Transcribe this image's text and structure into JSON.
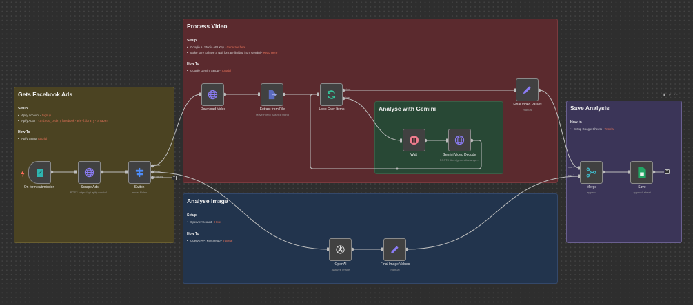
{
  "stickies": {
    "facebook": {
      "title": "Gets Facebook Ads",
      "setup_heading": "Setup",
      "setup_items": [
        {
          "text": "Apify account - ",
          "link": "Signup"
        },
        {
          "text": "Apify Actor - ",
          "link": "curious_coder/facebook-ads-library-scraper"
        }
      ],
      "howto_heading": "How To",
      "howto_items": [
        {
          "text": "Apify Setup ",
          "link": "Tutorial"
        }
      ]
    },
    "process_video": {
      "title": "Process Video",
      "setup_heading": "Setup",
      "setup_items": [
        {
          "text": "Google AI Studio API Key - ",
          "link": "Generate here"
        },
        {
          "text": "Make sure to have a wait for rate limiting from Gemini - ",
          "link": "Read Here"
        }
      ],
      "howto_heading": "How To",
      "howto_items": [
        {
          "text": "Google Gemini Setup - ",
          "link": "Tutorial"
        }
      ]
    },
    "gemini": {
      "title": "Analyse with Gemini"
    },
    "analyse_image": {
      "title": "Analyse Image",
      "setup_heading": "Setup",
      "setup_items": [
        {
          "text": "OpenAI Account - ",
          "link": "Here"
        }
      ],
      "howto_heading": "How To",
      "howto_items": [
        {
          "text": "OpenAI API Key Setup - ",
          "link": "Tutorial"
        }
      ]
    },
    "save": {
      "title": "Save Analysis",
      "howto_heading": "How to",
      "howto_items": [
        {
          "text": "Setup Google Sheets - ",
          "link": "Tutorial"
        }
      ]
    }
  },
  "nodes": {
    "form": {
      "label": "On form submission",
      "sub": ""
    },
    "scrape": {
      "label": "Scrape Ads",
      "sub": "POST: https://api.apify.com/v2..."
    },
    "switch": {
      "label": "Switch",
      "sub": "mode: Rules",
      "outputs": [
        "Video",
        "Image",
        "Fallback"
      ]
    },
    "download": {
      "label": "Download Video",
      "sub": ""
    },
    "extract": {
      "label": "Extract from File",
      "sub": "Move File to Base64 String"
    },
    "loop": {
      "label": "Loop Over Items",
      "sub": "",
      "outputs": [
        "done",
        "loop"
      ]
    },
    "wait": {
      "label": "Wait",
      "sub": ""
    },
    "gemini_decode": {
      "label": "Gemini Video Decode",
      "sub": "POST: https://generativelangu..."
    },
    "final_video": {
      "label": "Final Video Values",
      "sub": "manual"
    },
    "openai": {
      "label": "OpenAI",
      "sub": "Analyze Image"
    },
    "final_image": {
      "label": "Final Image Values",
      "sub": "manual"
    },
    "merge": {
      "label": "Merge",
      "sub": "append",
      "inputs": [
        "Input 1",
        "Input 2"
      ]
    },
    "save": {
      "label": "Save",
      "sub": "append: sheet"
    }
  },
  "colors": {
    "edge": "#bdbdbd",
    "link": "#e8735a",
    "trigger_bolt": "#ff6d5a"
  },
  "controls": {
    "plus": "+",
    "sticky_tools": [
      "trash-icon",
      "color-icon",
      "more-icon"
    ]
  }
}
